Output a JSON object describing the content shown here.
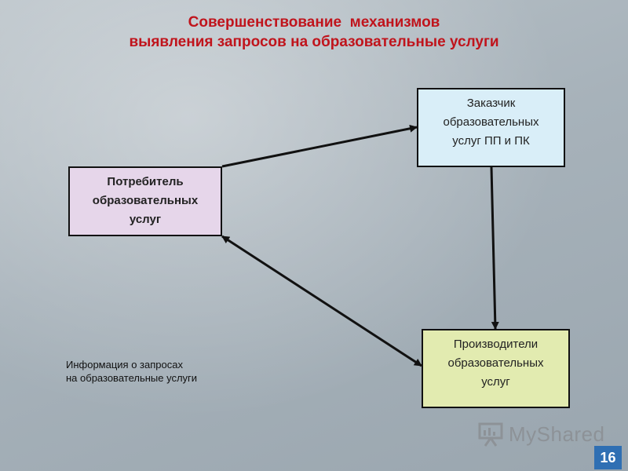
{
  "slide": {
    "title_lines": [
      "Совершенствование  механизмов",
      "выявления запросов на образовательные услуги"
    ],
    "page_number": "16"
  },
  "boxes": {
    "consumer": {
      "lines": [
        "Потребитель",
        "образовательных",
        "услуг"
      ],
      "color": "#e6d6ea"
    },
    "customer": {
      "lines": [
        "Заказчик",
        "образовательных",
        "услуг ПП и ПК"
      ],
      "color": "#d9eef8"
    },
    "producer": {
      "lines": [
        "Производители",
        "образовательных",
        "услуг"
      ],
      "color": "#e2ebb0"
    }
  },
  "note": {
    "lines": [
      "Информация о запросах",
      "на образовательные услуги"
    ]
  },
  "watermark": {
    "text": "MyShared",
    "icon": "presentation-board-icon"
  },
  "colors": {
    "title": "#c0141c",
    "page_badge": "#2f6fb3"
  }
}
